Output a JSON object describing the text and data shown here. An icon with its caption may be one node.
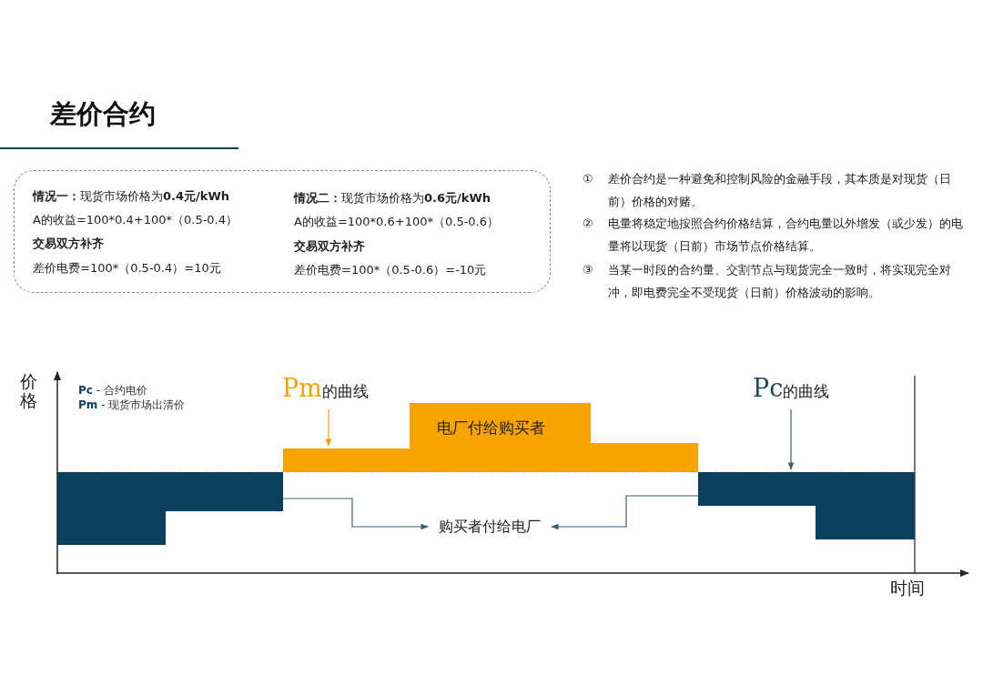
{
  "diagram": {
    "title": "差价合约",
    "nodes": [
      {
        "text": [
          "**情况一：**现货市场价格为**0.4元/kWh**",
          "A的收益=100*0.4+100*（0.5-0.4）",
          "交易双方补齐",
          "差价电费=100*（0.5-0.4）=10元",
          "**情况二：**现货市场价格为**0.6元/kWh**",
          "A的收益=100*0.6+100*（0.5-0.6）",
          "交易双方补齐",
          "差价电费=100*（0.5-0.6）=-10元"
        ]
      },
      {
        "text": [
          "电厂付给购买者"
        ]
      },
      {
        "text": [
          "购买者付给电厂"
        ]
      },
      {
        "text": [],
        "shape": "bar"
      },
      {
        "text": [],
        "shape": "bar"
      },
      {
        "text": [
          "Pm",
          "的曲线"
        ]
      },
      {
        "text": [
          "Pc",
          "的曲线"
        ]
      }
    ],
    "edges": [
      {
        "from": 3,
        "to": 2,
        "arrow": "to"
      },
      {
        "from": 4,
        "to": 2,
        "arrow": "to"
      },
      {
        "from": 5,
        "to": 1,
        "arrow": "to",
        "color": "#f2a000"
      },
      {
        "from": 6,
        "to": 4,
        "arrow": "to"
      }
    ],
    "labels": [
      "①",
      "差价合约是一种避免和控制风险的金融手段，其本质是对现货（日前）价格的对赌。",
      "②",
      "电量将稳定地按照合约价格结算，合约电量以外增发（或少发）的电量将以现货（日前）市场节点价格结算。",
      "③",
      "当某一时段的合约量、交割节点与现货完全一致时，将实现完全对冲，即电费完全不受现货（日前）价格波动的影响。",
      "价格",
      "**Pc** - 合约电价",
      "**Pm** - 现货市场出清价",
      "时间"
    ]
  }
}
